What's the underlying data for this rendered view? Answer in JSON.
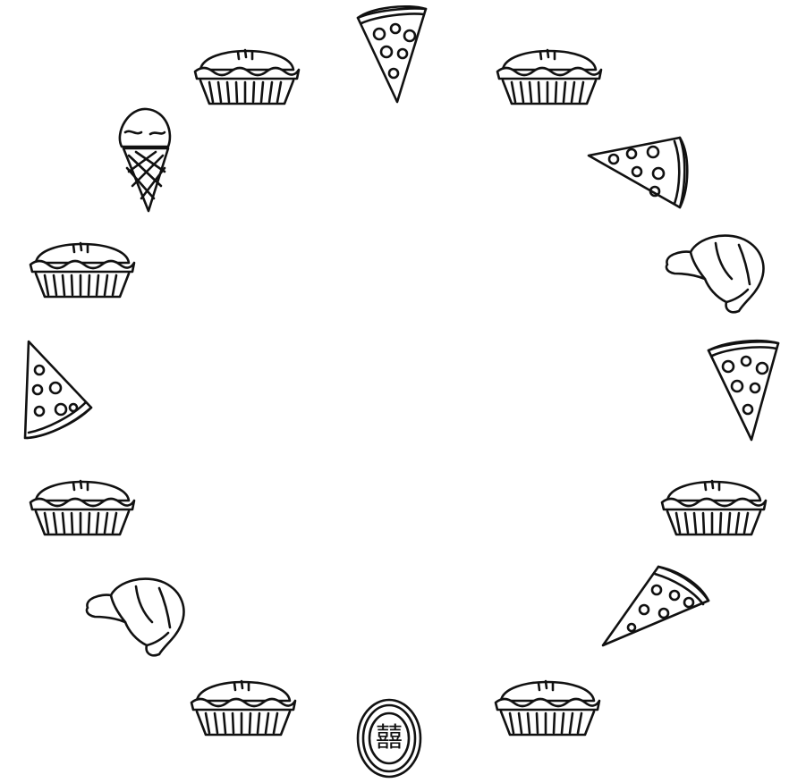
{
  "scene": {
    "items": [
      {
        "id": "pie-top-left",
        "kind": "pie"
      },
      {
        "id": "pizza-top",
        "kind": "pizza"
      },
      {
        "id": "pie-top-right",
        "kind": "pie"
      },
      {
        "id": "ice-cream-upper-left",
        "kind": "ice-cream"
      },
      {
        "id": "pizza-upper-right",
        "kind": "pizza"
      },
      {
        "id": "pie-left-upper",
        "kind": "pie"
      },
      {
        "id": "croissant-right",
        "kind": "croissant"
      },
      {
        "id": "pizza-left",
        "kind": "pizza"
      },
      {
        "id": "pizza-right",
        "kind": "pizza"
      },
      {
        "id": "pie-left-lower",
        "kind": "pie"
      },
      {
        "id": "pie-right-lower",
        "kind": "pie"
      },
      {
        "id": "croissant-lower-left",
        "kind": "croissant"
      },
      {
        "id": "pizza-lower-right",
        "kind": "pizza"
      },
      {
        "id": "pie-bottom-left",
        "kind": "pie"
      },
      {
        "id": "mooncake-bottom",
        "kind": "mooncake"
      },
      {
        "id": "pie-bottom-right",
        "kind": "pie"
      }
    ],
    "mooncake_glyph": "囍"
  }
}
